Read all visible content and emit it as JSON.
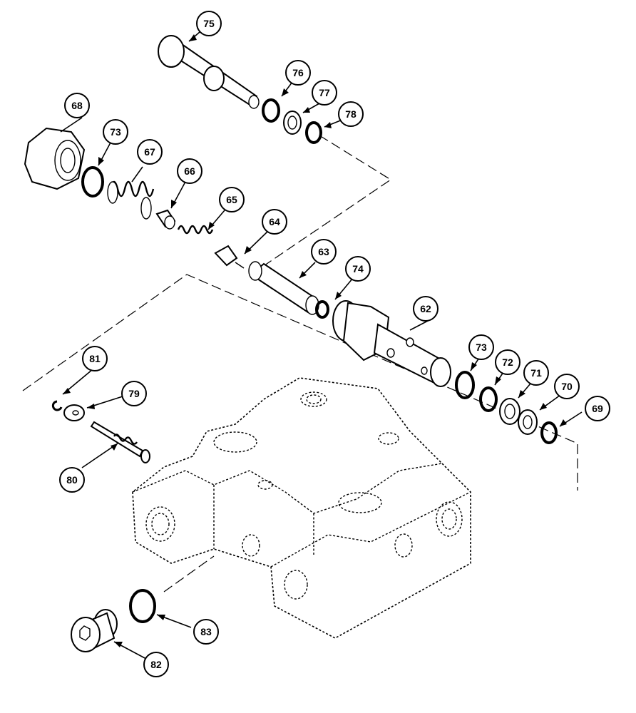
{
  "diagram": {
    "callouts": [
      {
        "id": "62",
        "label": "62"
      },
      {
        "id": "63",
        "label": "63"
      },
      {
        "id": "64",
        "label": "64"
      },
      {
        "id": "65",
        "label": "65"
      },
      {
        "id": "66",
        "label": "66"
      },
      {
        "id": "67",
        "label": "67"
      },
      {
        "id": "68",
        "label": "68"
      },
      {
        "id": "69",
        "label": "69"
      },
      {
        "id": "70",
        "label": "70"
      },
      {
        "id": "71",
        "label": "71"
      },
      {
        "id": "72",
        "label": "72"
      },
      {
        "id": "73a",
        "label": "73"
      },
      {
        "id": "73b",
        "label": "73"
      },
      {
        "id": "74",
        "label": "74"
      },
      {
        "id": "75",
        "label": "75"
      },
      {
        "id": "76",
        "label": "76"
      },
      {
        "id": "77",
        "label": "77"
      },
      {
        "id": "78",
        "label": "78"
      },
      {
        "id": "79",
        "label": "79"
      },
      {
        "id": "80",
        "label": "80"
      },
      {
        "id": "81",
        "label": "81"
      },
      {
        "id": "82",
        "label": "82"
      },
      {
        "id": "83",
        "label": "83"
      }
    ]
  }
}
